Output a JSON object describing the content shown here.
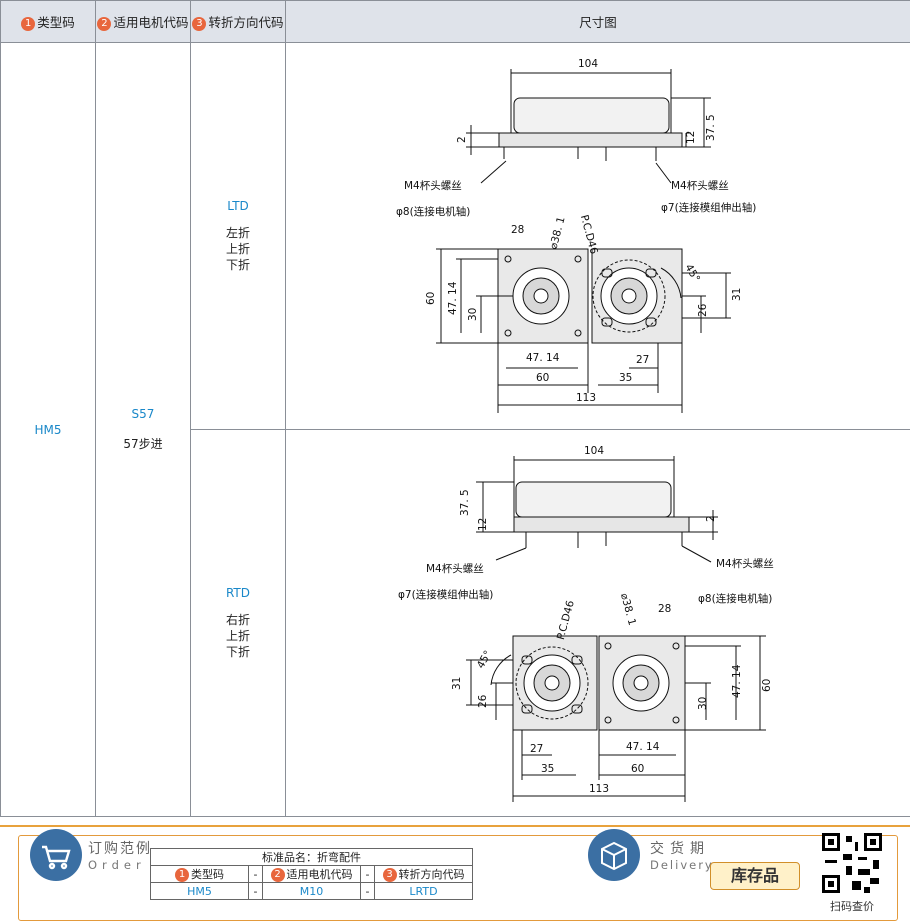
{
  "header": {
    "col1": {
      "num": "1",
      "label": "类型码"
    },
    "col2": {
      "num": "2",
      "label": "适用电机代码"
    },
    "col3": {
      "num": "3",
      "label": "转折方向代码"
    },
    "col4": "尺寸图"
  },
  "row": {
    "type_code": "HM5",
    "motor_code": "S57",
    "motor_desc": "57步进",
    "variants": [
      {
        "code": "LTD",
        "d1": "左折",
        "d2": "上折",
        "d3": "下折"
      },
      {
        "code": "RTD",
        "d1": "右折",
        "d2": "上折",
        "d3": "下折"
      }
    ]
  },
  "drawing_labels": {
    "w104": "104",
    "h375": "37. 5",
    "h12": "12",
    "h2": "2",
    "screw": "M4杯头螺丝",
    "phi8": "φ8(连接电机轴)",
    "phi7": "φ7(连接模组伸出轴)",
    "d28": "28",
    "d381": "⌀38. 1",
    "pcd": "P.C.D46",
    "h60": "60",
    "h4714": "47. 14",
    "h30": "30",
    "h31": "31",
    "h26": "26",
    "a45": "45°",
    "w4714": "47. 14",
    "w27": "27",
    "w60": "60",
    "w35": "35",
    "w113": "113"
  },
  "footer": {
    "order_title": "订购范例",
    "order_sub": "Order",
    "std_name": "标准品名：折弯配件",
    "cols": [
      {
        "num": "1",
        "label": "类型码"
      },
      {
        "num": "2",
        "label": "适用电机代码"
      },
      {
        "num": "3",
        "label": "转折方向代码"
      }
    ],
    "dash": "-",
    "vals": [
      "HM5",
      "M10",
      "LRTD"
    ],
    "delivery_title": "交货期",
    "delivery_sub": "Delivery",
    "stock_label": "库存品",
    "scan_label": "扫码查价"
  }
}
